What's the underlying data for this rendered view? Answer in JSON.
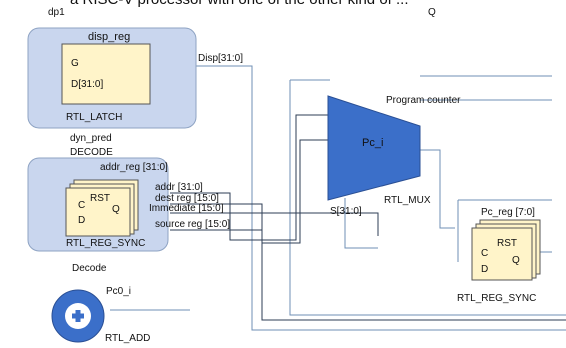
{
  "header": {
    "caption_fragment": "a RISC-V processor with one of the other kind of ...",
    "left_fragment": "dp1",
    "right_fragment": "Q"
  },
  "latch_block": {
    "title": "disp_reg",
    "pin_g": "G",
    "pin_d": "D[31:0]",
    "cell_type": "RTL_LATCH",
    "output_net": "Disp[31:0]"
  },
  "between_labels": {
    "line1": "dyn_pred",
    "line2": "DECODE"
  },
  "reg_block": {
    "title": "addr_reg [31:0]",
    "pin_c": "C",
    "pin_d": "D",
    "pin_rst": "RST",
    "pin_q": "Q",
    "cell_type": "RTL_REG_SYNC",
    "group_label": "Decode"
  },
  "fanout_nets": [
    "addr [31:0]",
    "dest reg [15:0]",
    "Immediate [15:0]",
    "source reg [15:0]"
  ],
  "mux": {
    "title": "Program counter",
    "name": "Pc_i",
    "select": "S[31:0]",
    "cell_type": "RTL_MUX"
  },
  "pc_reg": {
    "title": "Pc_reg [7:0]",
    "pin_c": "C",
    "pin_d": "D",
    "pin_rst": "RST",
    "pin_q": "Q",
    "cell_type": "RTL_REG_SYNC"
  },
  "adder": {
    "name": "Pc0_i",
    "cell_type": "RTL_ADD",
    "icon": "plus-icon"
  },
  "colors": {
    "block_fill": "#c9d6ee",
    "cell_fill": "#fff4c9",
    "accent_blue": "#3b6fc9",
    "wire": "#6f8fb5"
  }
}
